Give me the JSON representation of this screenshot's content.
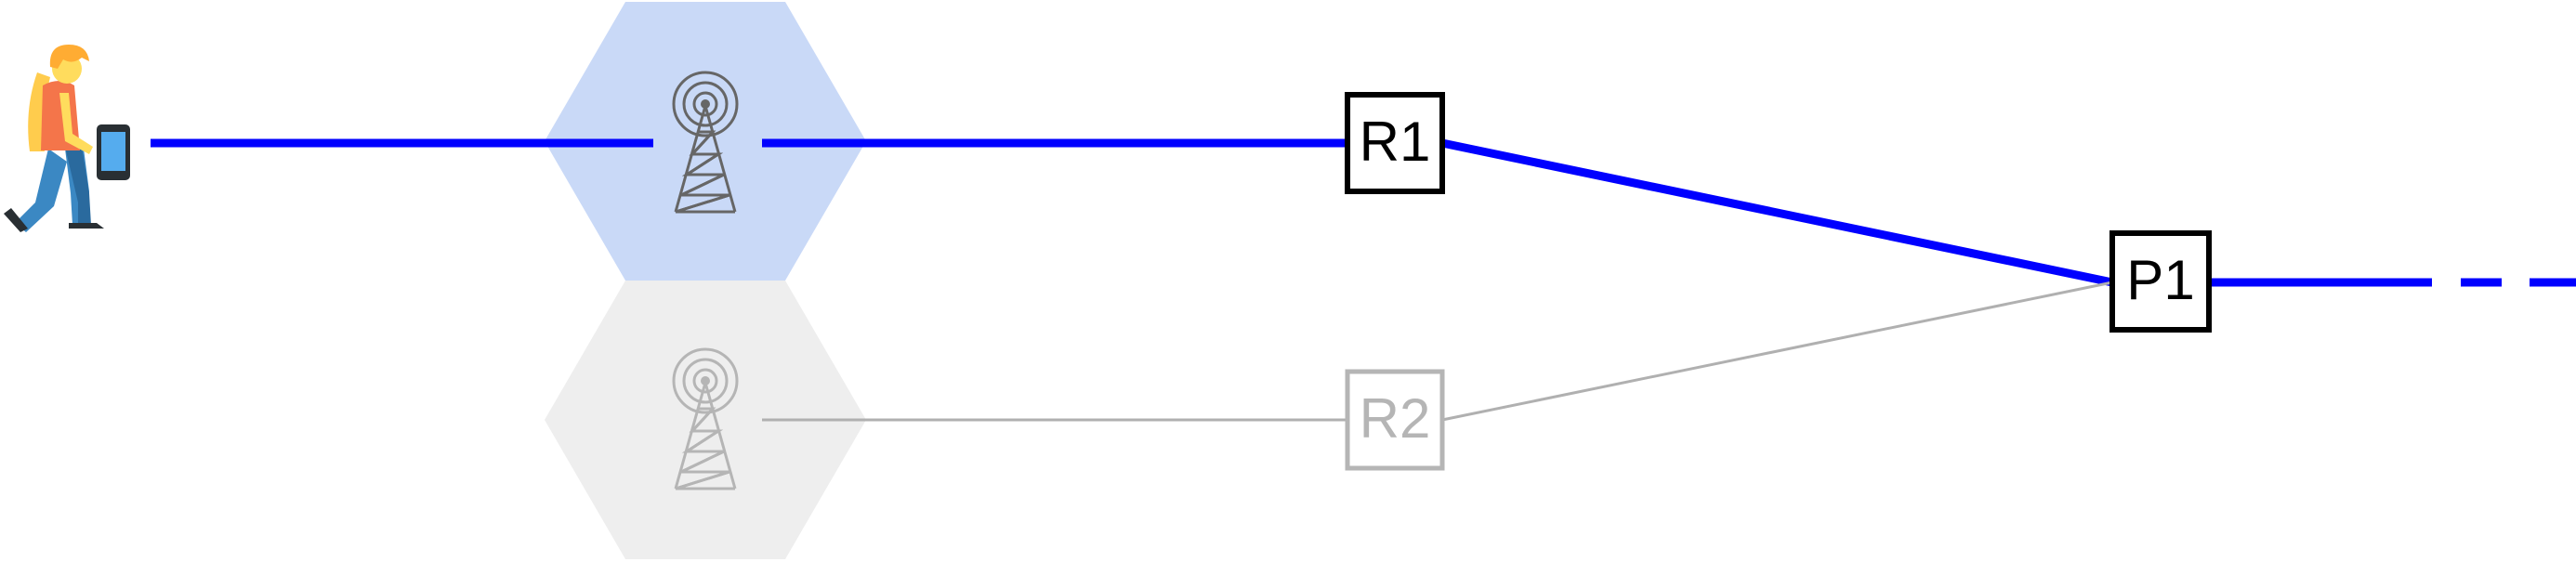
{
  "colors": {
    "active_link": "#0000ff",
    "inactive_link": "#b0b0b0",
    "active_cell": "#c9d9f7",
    "inactive_cell": "#eeeeee",
    "active_node_border": "#000000",
    "inactive_node_border": "#b5b5b5",
    "active_node_text": "#000000",
    "inactive_node_text": "#b5b5b5",
    "active_tower": "#666666",
    "inactive_tower": "#b5b5b5"
  },
  "user": {
    "icon": "person-walking-with-phone-icon"
  },
  "cells": [
    {
      "icon": "cell-tower-icon",
      "state": "active"
    },
    {
      "icon": "cell-tower-icon",
      "state": "inactive"
    }
  ],
  "nodes": [
    {
      "id": "R1",
      "label": "R1",
      "state": "active"
    },
    {
      "id": "R2",
      "label": "R2",
      "state": "inactive"
    },
    {
      "id": "P1",
      "label": "P1",
      "state": "active"
    }
  ],
  "links": [
    {
      "from": "user",
      "to": "cell-1",
      "state": "active"
    },
    {
      "from": "cell-1",
      "to": "R1",
      "state": "active"
    },
    {
      "from": "R1",
      "to": "P1",
      "state": "active"
    },
    {
      "from": "P1",
      "to": "continuation",
      "state": "active",
      "style": "dashed-end"
    },
    {
      "from": "cell-2",
      "to": "R2",
      "state": "inactive"
    },
    {
      "from": "R2",
      "to": "P1",
      "state": "inactive"
    }
  ]
}
